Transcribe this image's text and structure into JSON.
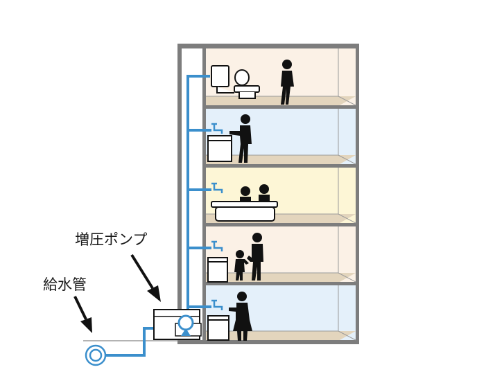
{
  "labels": {
    "booster_pump": "増圧ポンプ",
    "water_supply_pipe": "給水管"
  },
  "colors": {
    "pipe": "#3b8fcc",
    "wall": "#7d7d7d",
    "floor": "#e3d5bd",
    "floor_line": "#9a9a9a",
    "room_beige": "#fbf1e6",
    "room_blue": "#e4f0fa",
    "room_yellow": "#fdf6d6",
    "silhouette": "#111111"
  },
  "floors": [
    {
      "name": "toilet-floor",
      "color": "room_beige"
    },
    {
      "name": "kitchen-floor",
      "color": "room_blue"
    },
    {
      "name": "bath-floor",
      "color": "room_yellow"
    },
    {
      "name": "kids-sink-floor",
      "color": "room_beige"
    },
    {
      "name": "ground-sink-floor",
      "color": "room_blue"
    }
  ]
}
